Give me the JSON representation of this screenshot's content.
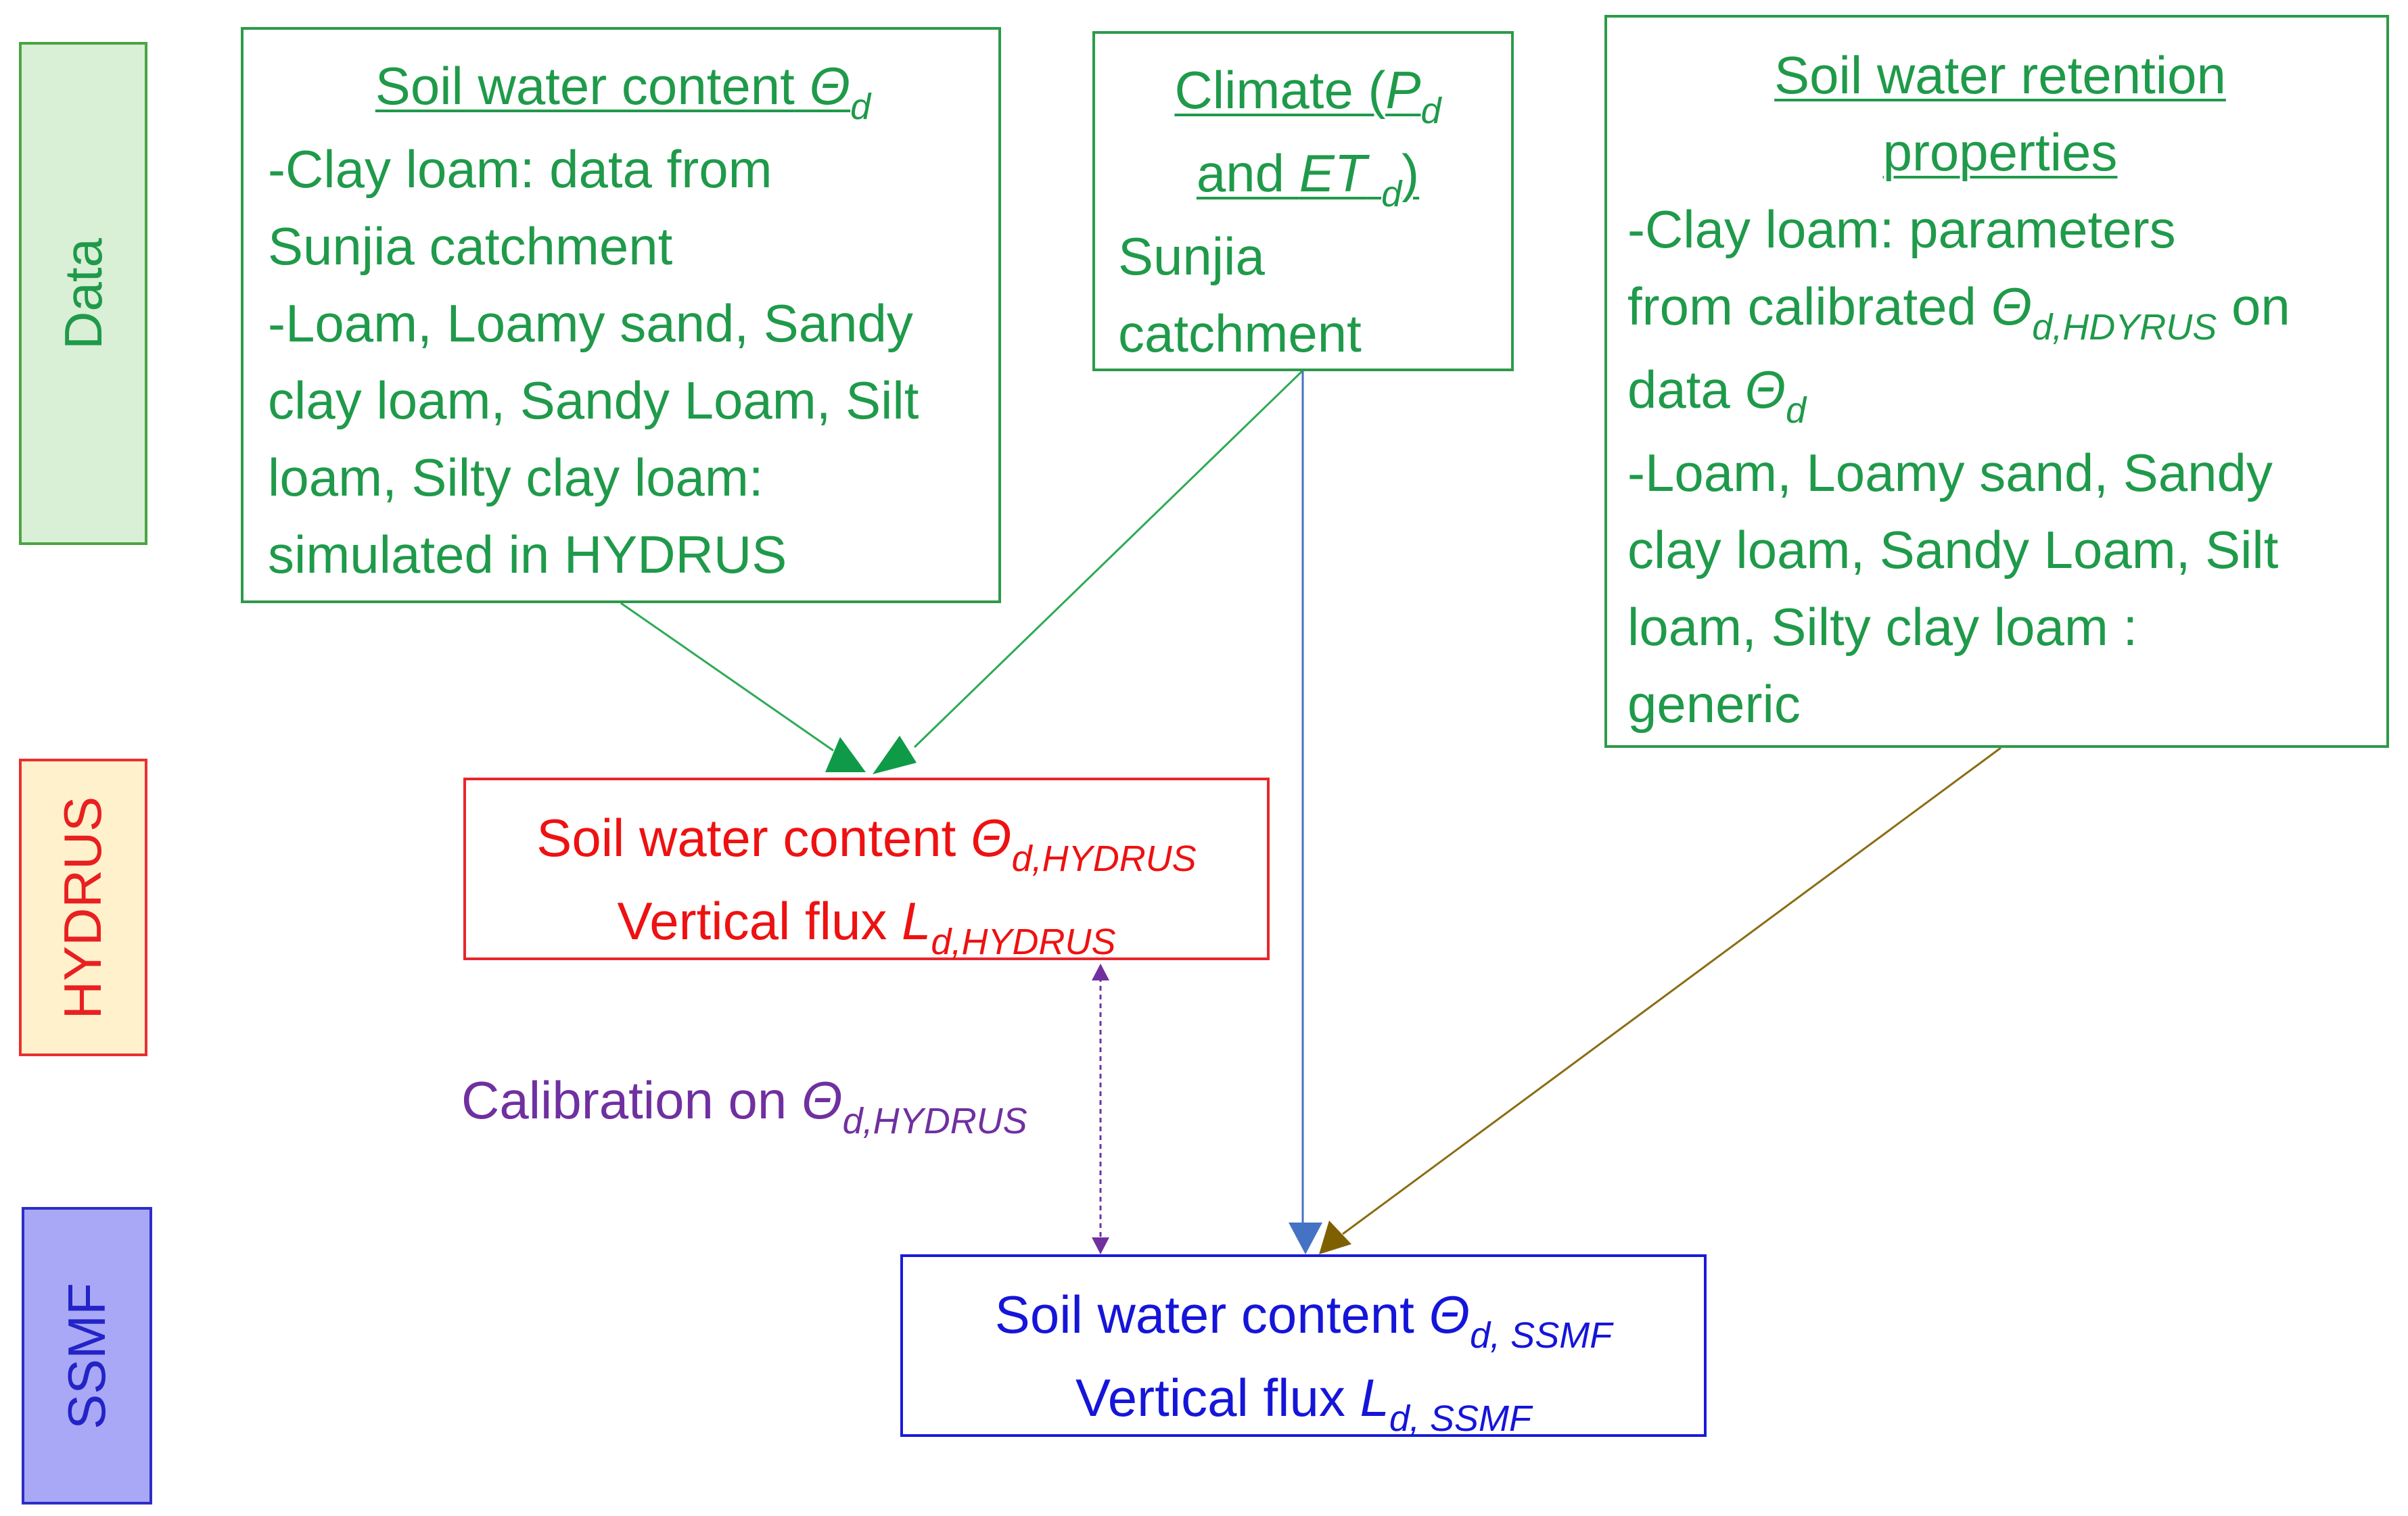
{
  "stages": {
    "data": "Data",
    "hydrus": "HYDRUS",
    "ssmf": "SSMF"
  },
  "soil_box": {
    "title": "Soil water content",
    "title_symbol": "Θ",
    "title_sub": "d",
    "lines": [
      "-Clay loam: data from",
      "Sunjia catchment",
      "-Loam, Loamy sand, Sandy",
      "clay loam, Sandy Loam, Silt",
      "loam, Silty clay loam:",
      "simulated in HYDRUS"
    ]
  },
  "climate_box": {
    "title_a": "Climate (",
    "p_symbol": "P",
    "p_sub": "d",
    "title_b": "and ",
    "et_symbol": "ET",
    "et_sub": "d",
    "title_c": ")",
    "lines": [
      "Sunjia",
      "catchment"
    ]
  },
  "retention_box": {
    "title_1": "Soil water retention",
    "title_2": "properties",
    "line_1": "-Clay loam: parameters",
    "line_2a": "from calibrated ",
    "line_2_symbol": "Θ",
    "line_2_sub": "d,HDYRUS",
    "line_2b": " on",
    "line_3a": "data ",
    "line_3_symbol": "Θ",
    "line_3_sub": "d",
    "lines_rest": [
      "-Loam, Loamy sand, Sandy",
      "clay loam, Sandy Loam, Silt",
      "loam, Silty clay loam :",
      "generic"
    ]
  },
  "hydrus_box": {
    "line_1": "Soil water content ",
    "line_1_symbol": "Θ",
    "line_1_sub": "d,HYDRUS",
    "line_2": "Vertical flux ",
    "line_2_symbol": "L",
    "line_2_sub": "d,HYDRUS"
  },
  "ssmf_box": {
    "line_1": "Soil water content ",
    "line_1_symbol": "Θ",
    "line_1_sub": "d, SSMF",
    "line_2": "Vertical flux ",
    "line_2_symbol": "L",
    "line_2_sub": "d, SSMF"
  },
  "calibration": {
    "text": "Calibration on ",
    "symbol": "Θ",
    "sub": "d,HYDRUS"
  },
  "colors": {
    "data": "#1f9a4a",
    "hydrus": "#ee1111",
    "ssmf": "#1515d9",
    "calibration": "#7030a0",
    "climate_link": "#4472c4",
    "retention_link": "#7f6000"
  }
}
